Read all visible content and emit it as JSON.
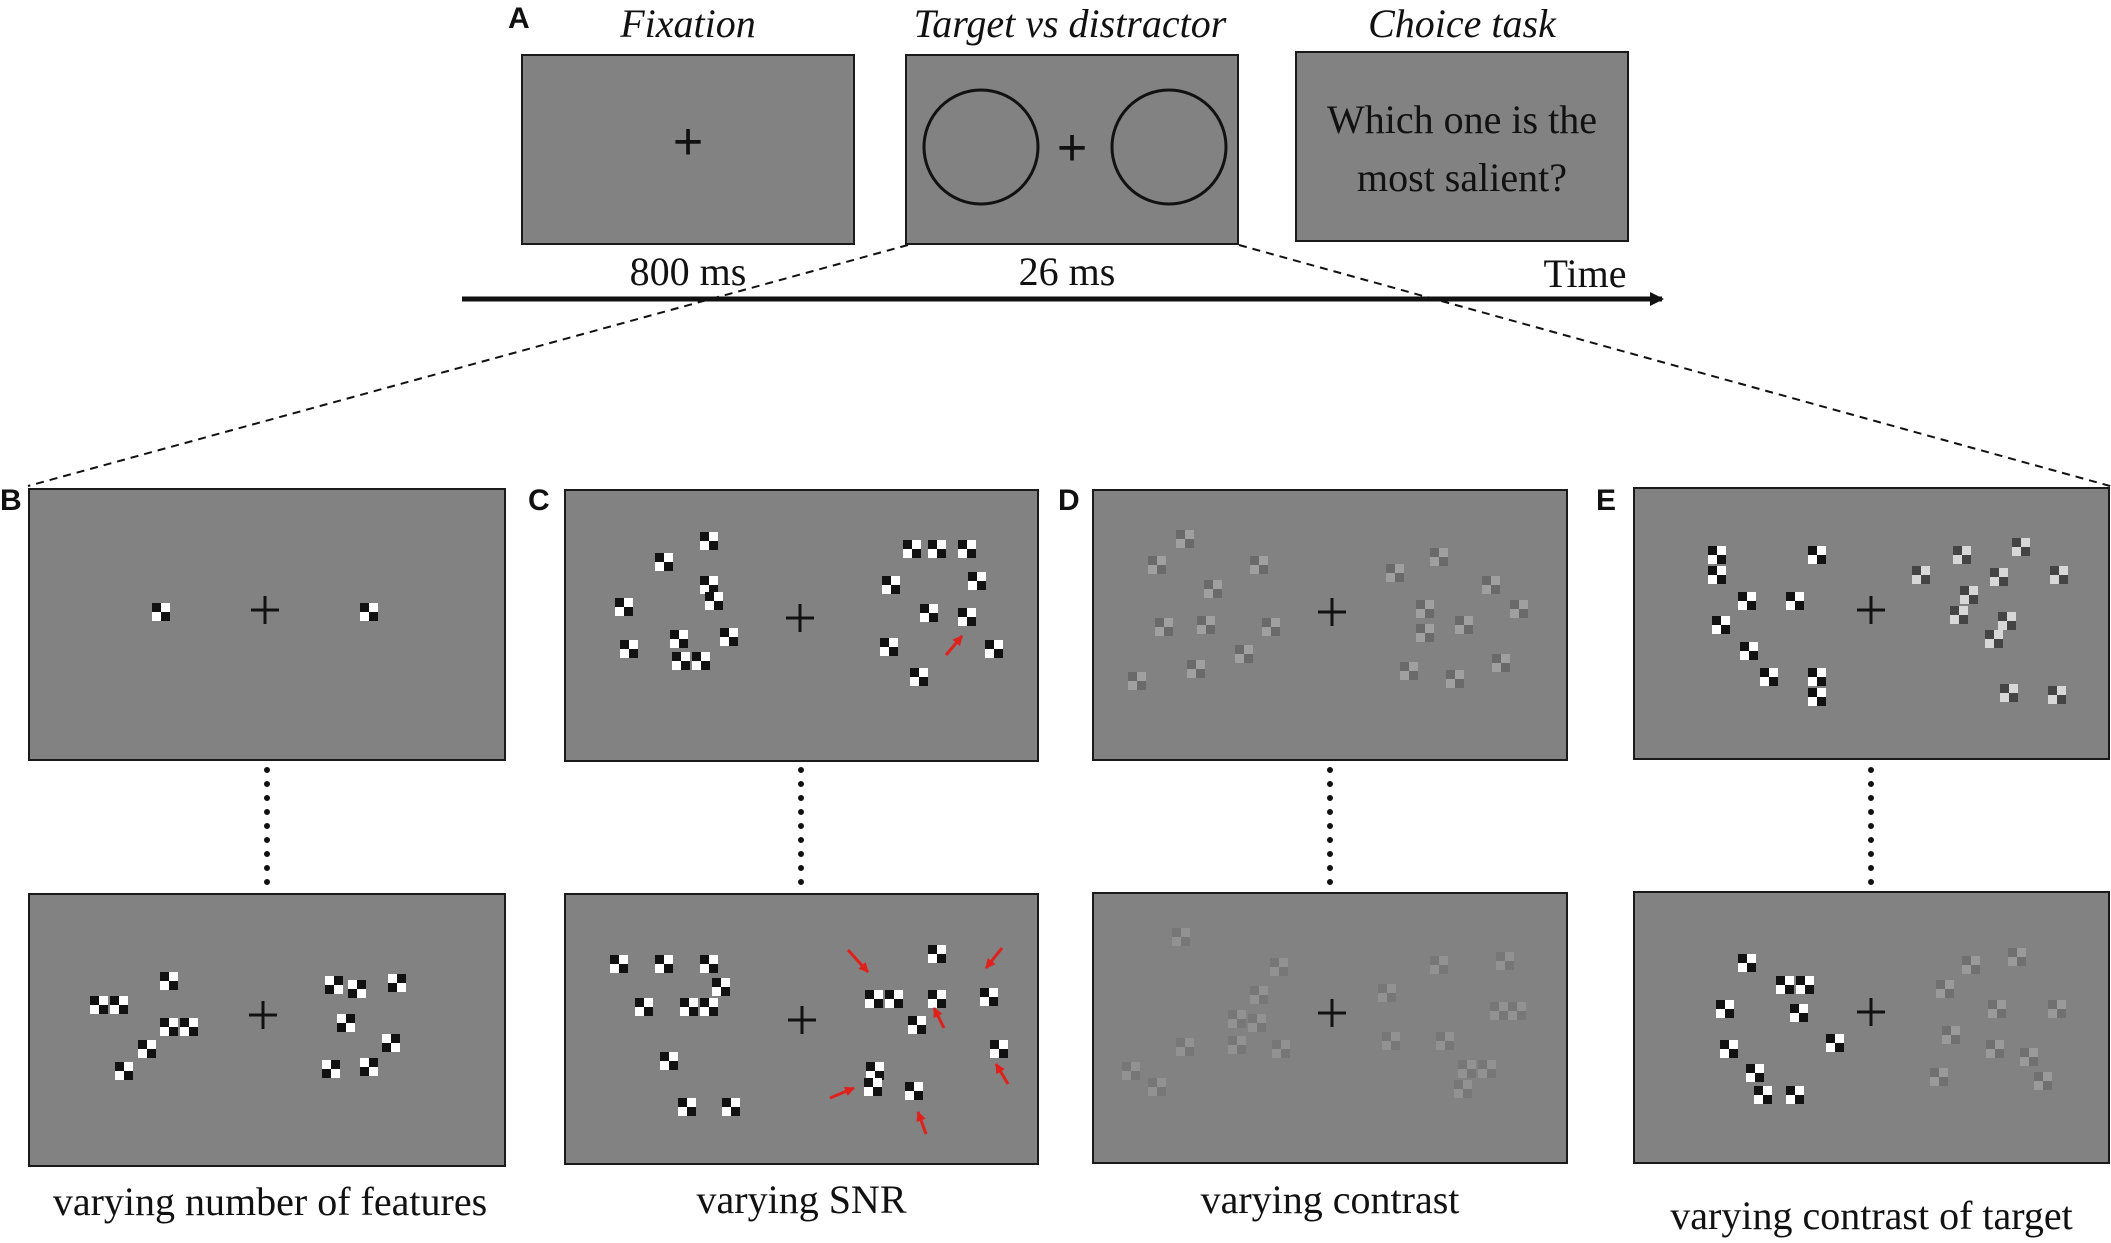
{
  "panels": {
    "A": "A",
    "B": "B",
    "C": "C",
    "D": "D",
    "E": "E"
  },
  "sequence": {
    "steps": [
      {
        "title": "Fixation",
        "duration": "800 ms"
      },
      {
        "title": "Target vs distractor",
        "duration": "26 ms"
      },
      {
        "title": "Choice task",
        "question": "Which one is the most salient?"
      }
    ],
    "time_label": "Time",
    "fixation_mark": "+"
  },
  "conditions": [
    {
      "caption": "varying number of features"
    },
    {
      "caption": "varying SNR"
    },
    {
      "caption": "varying contrast"
    },
    {
      "caption": "varying contrast of target"
    }
  ],
  "colors": {
    "screen_gray": "#828282",
    "arrow_red": "#e0201b",
    "ink": "#111111"
  }
}
